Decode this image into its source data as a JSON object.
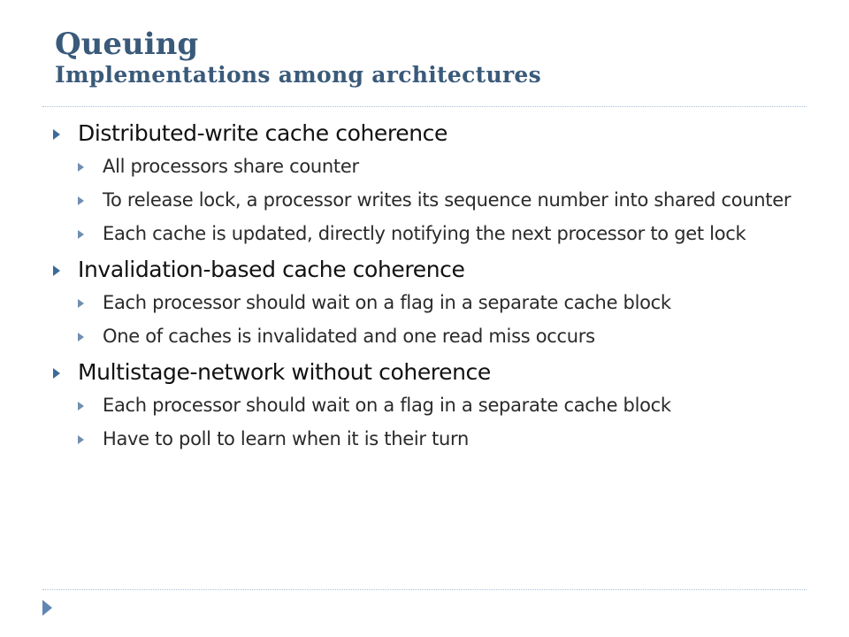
{
  "slide": {
    "title": "Queuing",
    "subtitle": "Implementations among architectures"
  },
  "bullets": [
    {
      "text": "Distributed-write cache coherence",
      "children": [
        "All processors share counter",
        "To release lock, a processor writes its sequence number into shared counter",
        "Each cache is updated, directly notifying the next processor to get lock"
      ]
    },
    {
      "text": "Invalidation-based cache coherence",
      "children": [
        "Each processor should wait on a flag in a separate cache block",
        "One of caches is invalidated and one read miss occurs"
      ]
    },
    {
      "text": "Multistage-network without coherence",
      "children": [
        "Each processor should wait on a flag in a separate cache block",
        "Have to poll to learn when it is their turn"
      ]
    }
  ]
}
